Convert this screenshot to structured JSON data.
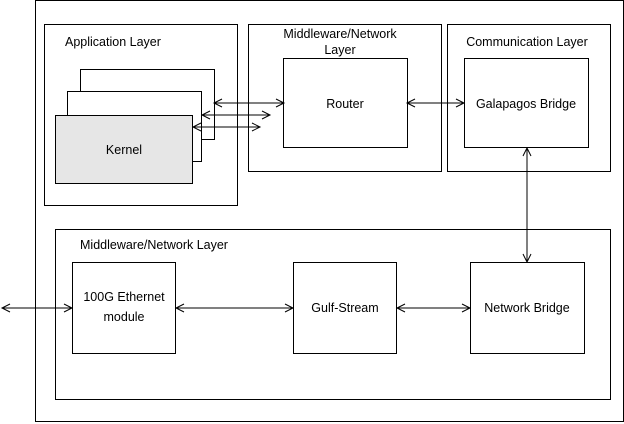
{
  "labels": {
    "application_layer": "Application Layer",
    "middleware_top_line1": "Middleware/Network",
    "middleware_top_line2": "Layer",
    "communication_layer": "Communication Layer",
    "middleware_bottom": "Middleware/Network Layer"
  },
  "nodes": {
    "kernel": "Kernel",
    "router": "Router",
    "galapagos_bridge": "Galapagos Bridge",
    "ethernet_line1": "100G Ethernet",
    "ethernet_line2": "module",
    "gulf_stream": "Gulf-Stream",
    "network_bridge": "Network Bridge"
  },
  "colors": {
    "kernel_fill": "#e6e6e6",
    "stroke": "#000000",
    "background": "#ffffff"
  }
}
